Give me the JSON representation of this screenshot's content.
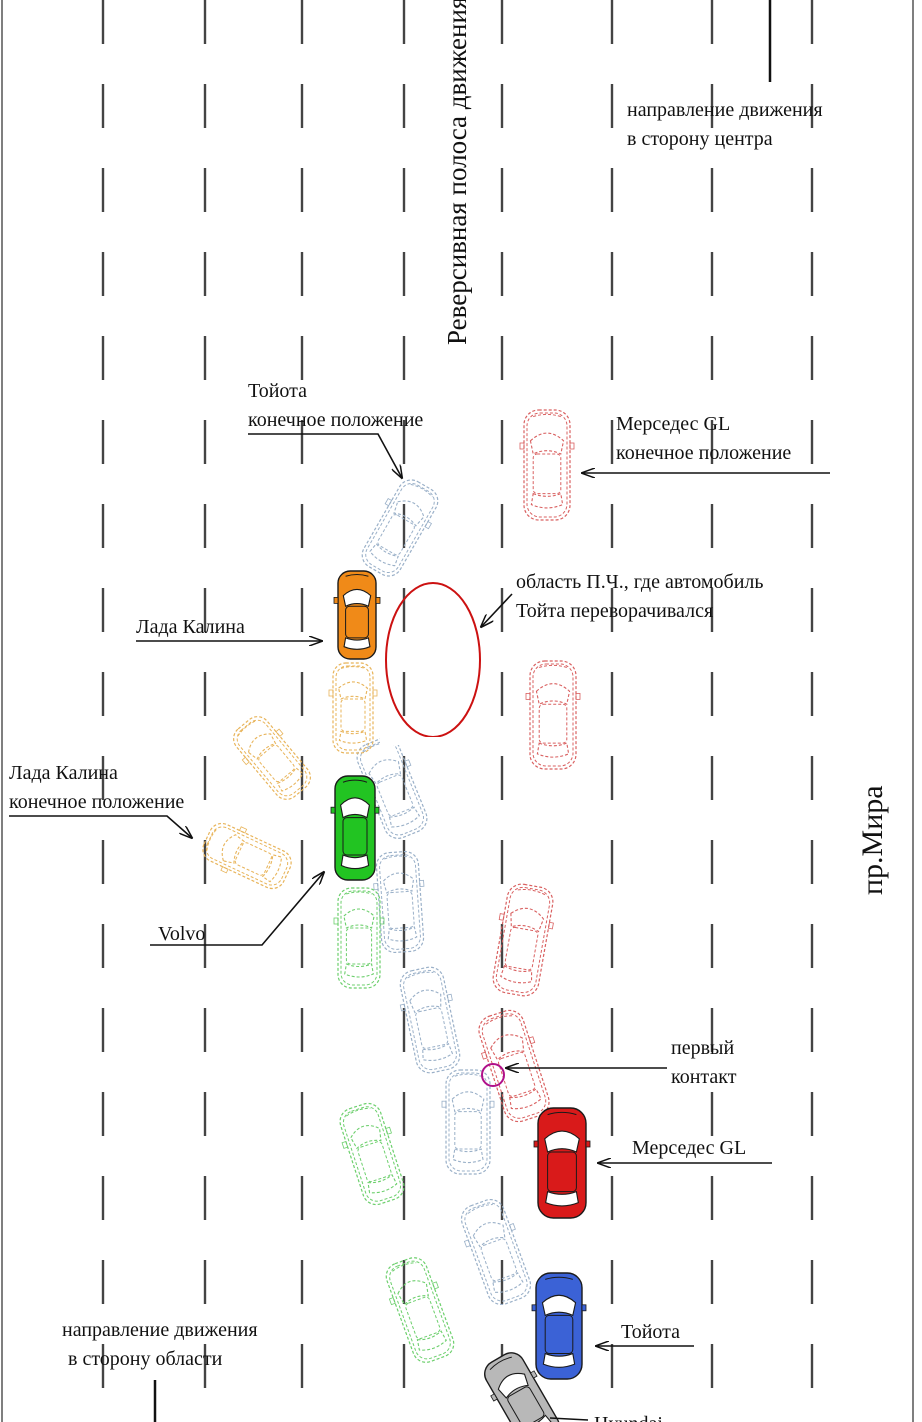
{
  "diagram": {
    "road_name": "пр.Мира",
    "reversible_lane": "Реверсивная полоса движения",
    "direction_center": [
      "направление движения",
      "в сторону центра"
    ],
    "direction_region": [
      "направление движения",
      "в сторону области"
    ],
    "labels": {
      "toyota_final": [
        "Тойота",
        "конечное положение"
      ],
      "mercedes_final": [
        "Мерседес GL",
        "конечное положение"
      ],
      "rollover_area": [
        "область П.Ч., где автомобиль",
        "Тойта переворачивался"
      ],
      "lada": "Лада Калина",
      "lada_final": [
        "Лада Калина",
        "конечное положение"
      ],
      "volvo": "Volvo",
      "first_contact": [
        "первый",
        "контакт"
      ],
      "mercedes": "Мерседес GL",
      "toyota": "Тойота",
      "hyundai": "Hyundai"
    },
    "colors": {
      "toyota": "#3b62d6",
      "toyota_ghost": "#9ab0c8",
      "mercedes": "#d91a1a",
      "mercedes_ghost": "#d96060",
      "lada": "#f08a18",
      "lada_ghost": "#e8b45a",
      "volvo": "#22c422",
      "volvo_ghost": "#6ccf6c",
      "hyundai": "#b8b8b8",
      "rollover_ellipse": "#cc1111",
      "contact_circle": "#b0108a",
      "lane_marking": "#444444"
    }
  }
}
